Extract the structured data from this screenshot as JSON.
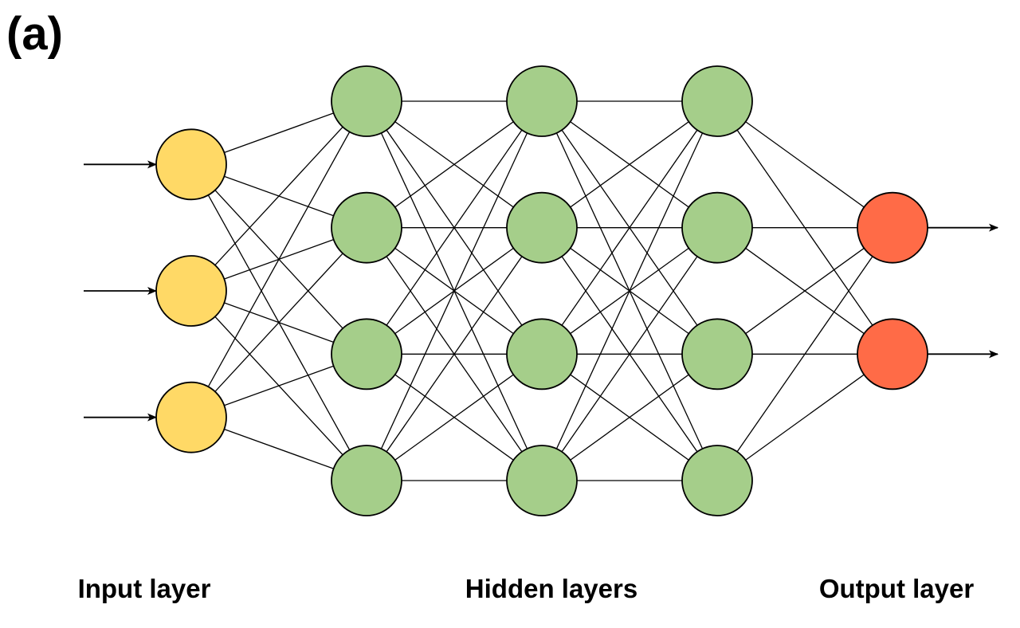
{
  "panel_label": "(a)",
  "layer_labels": {
    "input": "Input layer",
    "hidden": "Hidden layers",
    "output": "Output layer"
  },
  "network": {
    "layers": [
      {
        "role": "input",
        "nodes": 3
      },
      {
        "role": "hidden",
        "nodes": 4
      },
      {
        "role": "hidden",
        "nodes": 4
      },
      {
        "role": "hidden",
        "nodes": 4
      },
      {
        "role": "output",
        "nodes": 2
      }
    ],
    "connections": "fully-connected",
    "input_arrows": true,
    "output_arrows": true
  },
  "colors": {
    "input_node": "#FFD966",
    "hidden_node": "#A5CE8A",
    "output_node": "#FF6B47",
    "edge": "#000000",
    "node_stroke": "#000000"
  }
}
